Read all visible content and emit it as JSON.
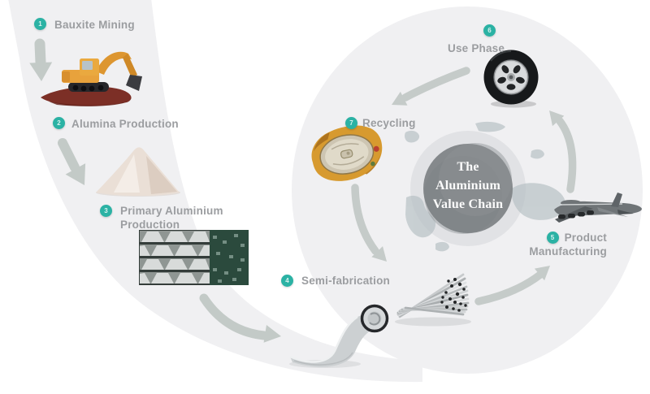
{
  "title": "The Aluminium Value Chain",
  "center": {
    "line1": "The",
    "line2": "Aluminium",
    "line3": "Value Chain"
  },
  "steps": [
    {
      "number": "1",
      "label": "Bauxite Mining",
      "icon": "excavator-image"
    },
    {
      "number": "2",
      "label": "Alumina Production",
      "icon": "alumina-pile-image"
    },
    {
      "number": "3",
      "label": "Primary Aluminium",
      "label2": "Production",
      "icon": "aluminium-ingots-image"
    },
    {
      "number": "4",
      "label": "Semi-fabrication",
      "icon": "rolled-sheet-image"
    },
    {
      "number": "5",
      "label": "Product",
      "label2": "Manufacturing",
      "icon": "airplane-image"
    },
    {
      "number": "6",
      "label": "Use Phase",
      "icon": "tire-image"
    },
    {
      "number": "7",
      "label": "Recycling",
      "icon": "crushed-can-image"
    }
  ],
  "colors": {
    "accent_teal": "#2bb2a4",
    "label_gray": "#9b9da0",
    "arrow_gray": "#c5cbc9",
    "background_gray": "#f0f0f2",
    "center_circle_gray": "#85898c",
    "center_text": "#fbfbfb",
    "bauxite_red": "#7c2f26",
    "excavator_yellow": "#e8a23c"
  }
}
